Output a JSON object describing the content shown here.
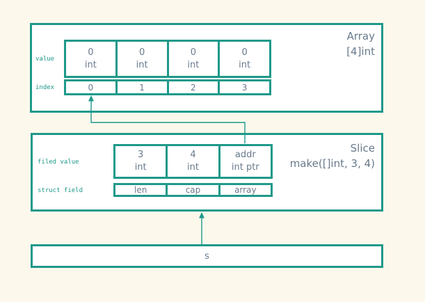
{
  "colors": {
    "accent_teal": "#1e998a",
    "text_slate": "#697a8c",
    "page_background": "#fcf8ec",
    "box_background": "#ffffff"
  },
  "array_box": {
    "title_line1": "Array",
    "title_line2": "[4]int",
    "value_row_label": "value",
    "index_row_label": "index",
    "cells": [
      {
        "value": "0",
        "type": "int"
      },
      {
        "value": "0",
        "type": "int"
      },
      {
        "value": "0",
        "type": "int"
      },
      {
        "value": "0",
        "type": "int"
      }
    ],
    "indexes": [
      "0",
      "1",
      "2",
      "3"
    ]
  },
  "slice_box": {
    "title_line1": "Slice",
    "title_line2": "make([]int, 3, 4)",
    "field_value_row_label": "filed value",
    "struct_field_row_label": "struct field",
    "cells": [
      {
        "value": "3",
        "type": "int"
      },
      {
        "value": "4",
        "type": "int"
      },
      {
        "value": "addr",
        "type": "int ptr"
      }
    ],
    "struct_fields": [
      "len",
      "cap",
      "array"
    ]
  },
  "s_box": {
    "label": "s"
  }
}
